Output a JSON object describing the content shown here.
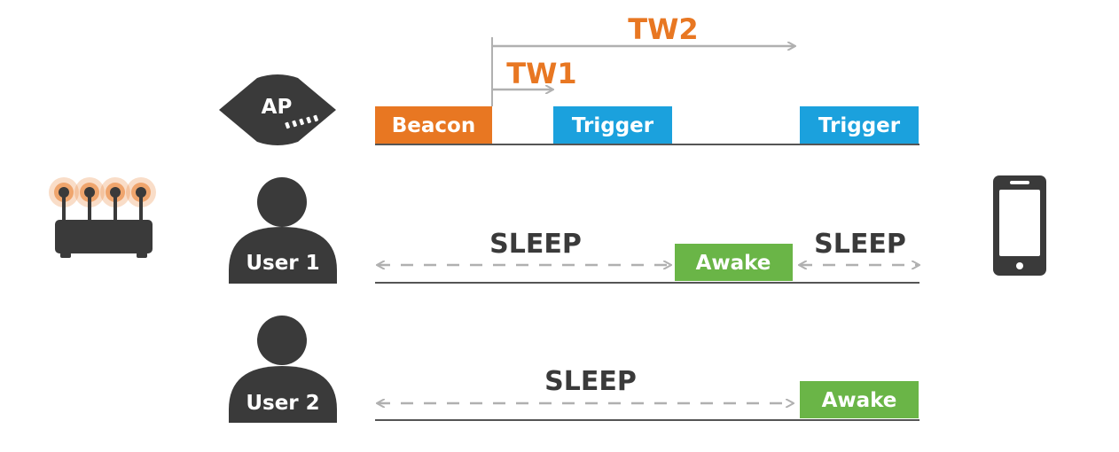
{
  "colors": {
    "beacon": "#e87722",
    "trigger": "#1ba1dd",
    "awake": "#6ab547",
    "dark": "#3a3a3a",
    "line": "#555555",
    "arrow": "#b0b0b0",
    "label_orange": "#e87722"
  },
  "icons": {
    "router": "router-icon",
    "access_point": "access-point-icon",
    "user": "user-icon",
    "phone": "smartphone-icon"
  },
  "ap": {
    "label": "AP",
    "beacon_label": "Beacon",
    "trigger_labels": [
      "Trigger",
      "Trigger"
    ],
    "tw1_label": "TW1",
    "tw2_label": "TW2"
  },
  "user1": {
    "label": "User 1",
    "sleep_left": "SLEEP",
    "awake_label": "Awake",
    "sleep_right": "SLEEP"
  },
  "user2": {
    "label": "User 2",
    "sleep_label": "SLEEP",
    "awake_label": "Awake"
  }
}
